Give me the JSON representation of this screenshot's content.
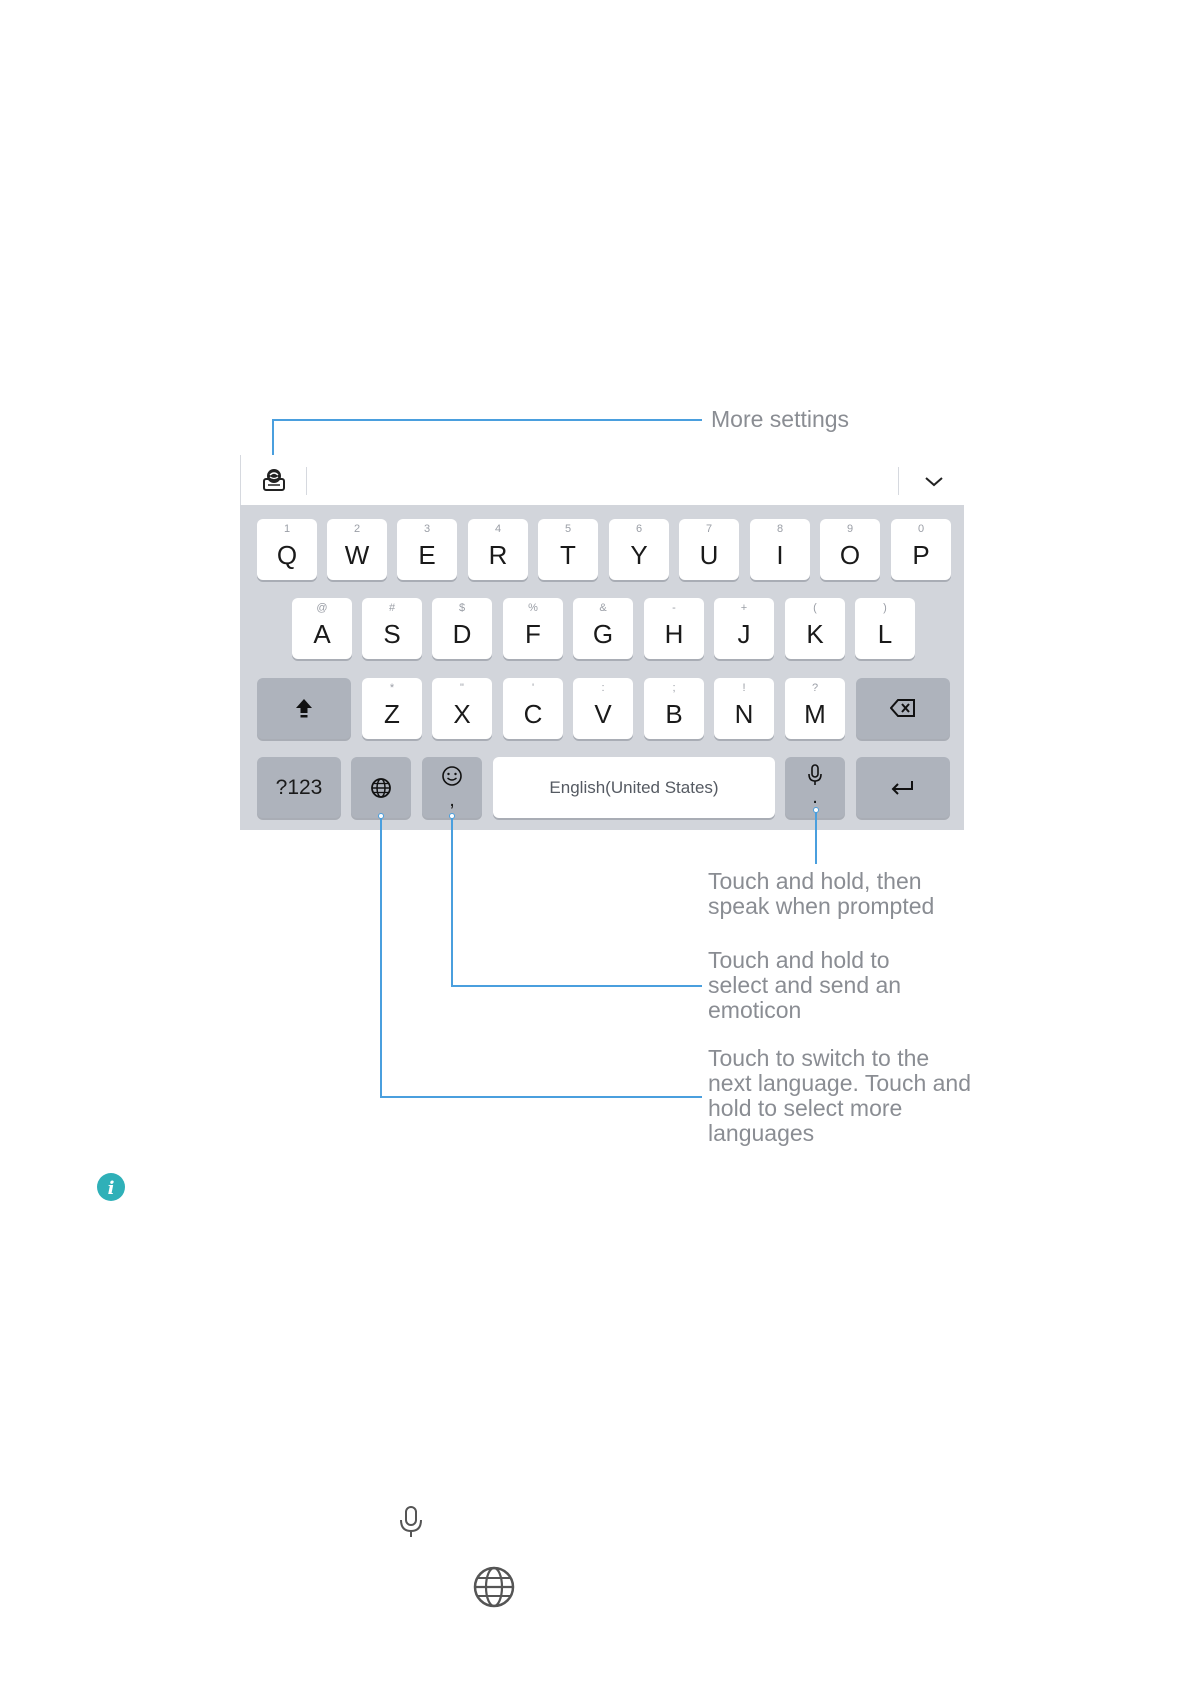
{
  "callouts": {
    "more_settings": "More settings",
    "voice": "Touch and hold, then speak when prompted",
    "emoticon": "Touch and hold to select and send an emoticon",
    "language": "Touch to switch to the next language. Touch and hold to select more languages"
  },
  "keyboard": {
    "row1": [
      {
        "main": "Q",
        "hint": "1"
      },
      {
        "main": "W",
        "hint": "2"
      },
      {
        "main": "E",
        "hint": "3"
      },
      {
        "main": "R",
        "hint": "4"
      },
      {
        "main": "T",
        "hint": "5"
      },
      {
        "main": "Y",
        "hint": "6"
      },
      {
        "main": "U",
        "hint": "7"
      },
      {
        "main": "I",
        "hint": "8"
      },
      {
        "main": "O",
        "hint": "9"
      },
      {
        "main": "P",
        "hint": "0"
      }
    ],
    "row2": [
      {
        "main": "A",
        "hint": "@"
      },
      {
        "main": "S",
        "hint": "#"
      },
      {
        "main": "D",
        "hint": "$"
      },
      {
        "main": "F",
        "hint": "%"
      },
      {
        "main": "G",
        "hint": "&"
      },
      {
        "main": "H",
        "hint": "-"
      },
      {
        "main": "J",
        "hint": "+"
      },
      {
        "main": "K",
        "hint": "("
      },
      {
        "main": "L",
        "hint": ")"
      }
    ],
    "row3": [
      {
        "main": "Z",
        "hint": "*"
      },
      {
        "main": "X",
        "hint": "\""
      },
      {
        "main": "C",
        "hint": "'"
      },
      {
        "main": "V",
        "hint": ":"
      },
      {
        "main": "B",
        "hint": ";"
      },
      {
        "main": "N",
        "hint": "!"
      },
      {
        "main": "M",
        "hint": "?"
      }
    ],
    "sym_label": "?123",
    "space_label": "English(United States)",
    "emoji_sub": ",",
    "mic_sub": "."
  },
  "icons": {
    "settings": "keyboard-settings-icon",
    "collapse": "chevron-down-icon",
    "shift": "shift-icon",
    "backspace": "backspace-icon",
    "globe": "globe-icon",
    "emoji": "emoji-icon",
    "mic": "microphone-icon",
    "enter": "enter-icon",
    "info": "info-icon"
  },
  "colors": {
    "callout_line": "#4a9fde",
    "keyboard_bg": "#d2d5db",
    "info_badge": "#2fb0b8"
  }
}
